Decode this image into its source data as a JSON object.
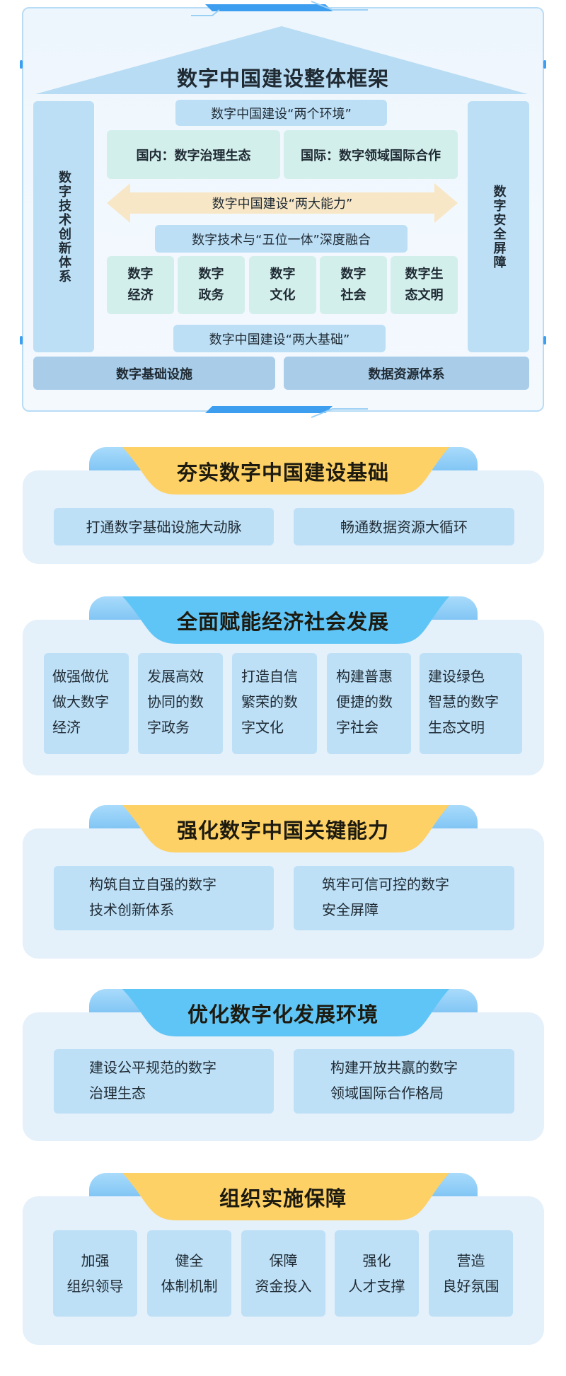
{
  "framework": {
    "title": "数字中国建设整体框架",
    "left_pillar": "数字技术创新体系",
    "right_pillar": "数字安全屏障",
    "environments_label": "数字中国建设“两个环境”",
    "domestic": "国内：数字治理生态",
    "international": "国际：数字领域国际合作",
    "capabilities_label": "数字中国建设“两大能力”",
    "integration_label": "数字技术与“五位一体”深度融合",
    "five": [
      {
        "l1": "数字",
        "l2": "经济"
      },
      {
        "l1": "数字",
        "l2": "政务"
      },
      {
        "l1": "数字",
        "l2": "文化"
      },
      {
        "l1": "数字",
        "l2": "社会"
      },
      {
        "l1": "数字生",
        "l2": "态文明"
      }
    ],
    "foundations_label": "数字中国建设“两大基础”",
    "infrastructure": "数字基础设施",
    "data_resources": "数据资源体系"
  },
  "colors": {
    "yellow": "#fdd166",
    "blue": "#5fc5f6",
    "panel": "#e4f0fa",
    "item": "#bde0f7"
  },
  "sections": [
    {
      "title": "夯实数字中国建设基础",
      "items": [
        "打通数字基础设施大动脉",
        "畅通数据资源大循环"
      ]
    },
    {
      "title": "全面赋能经济社会发展",
      "items": [
        {
          "l1": "做强做优",
          "l2": "做大数字",
          "l3": "经济"
        },
        {
          "l1": "发展高效",
          "l2": "协同的数",
          "l3": "字政务"
        },
        {
          "l1": "打造自信",
          "l2": "繁荣的数",
          "l3": "字文化"
        },
        {
          "l1": "构建普惠",
          "l2": "便捷的数",
          "l3": "字社会"
        },
        {
          "l1": "建设绿色",
          "l2": "智慧的数字",
          "l3": "生态文明"
        }
      ]
    },
    {
      "title": "强化数字中国关键能力",
      "items": [
        {
          "l1": "构筑自立自强的数字",
          "l2": "技术创新体系"
        },
        {
          "l1": "筑牢可信可控的数字",
          "l2": "安全屏障"
        }
      ]
    },
    {
      "title": "优化数字化发展环境",
      "items": [
        {
          "l1": "建设公平规范的数字",
          "l2": "治理生态"
        },
        {
          "l1": "构建开放共赢的数字",
          "l2": "领域国际合作格局"
        }
      ]
    },
    {
      "title": "组织实施保障",
      "items": [
        {
          "l1": "加强",
          "l2": "组织领导"
        },
        {
          "l1": "健全",
          "l2": "体制机制"
        },
        {
          "l1": "保障",
          "l2": "资金投入"
        },
        {
          "l1": "强化",
          "l2": "人才支撑"
        },
        {
          "l1": "营造",
          "l2": "良好氛围"
        }
      ]
    }
  ]
}
